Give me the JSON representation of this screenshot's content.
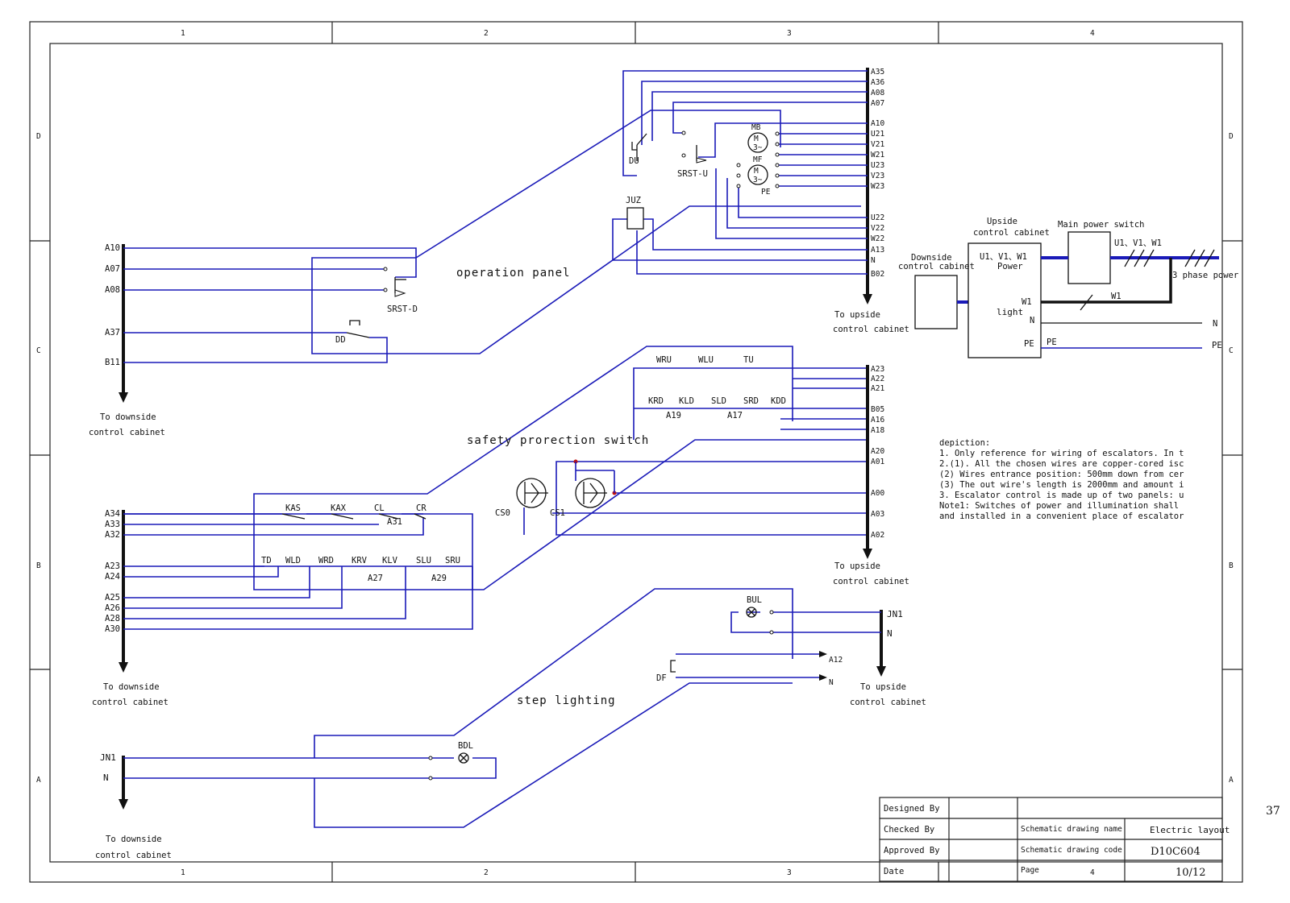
{
  "frame": {
    "cols": [
      "1",
      "2",
      "3",
      "4"
    ],
    "rows": [
      "D",
      "C",
      "B",
      "A"
    ]
  },
  "colors": {
    "wire": "#1a1ab8",
    "line": "#111111",
    "node": "#c01010"
  },
  "op": {
    "left_terms": [
      "A10",
      "A07",
      "A08",
      "A37",
      "B11"
    ],
    "right_terms": [
      "A35",
      "A36",
      "A08",
      "A07",
      "A10",
      "U21",
      "V21",
      "W21",
      "U23",
      "V23",
      "W23",
      "U22",
      "V22",
      "W22",
      "A13",
      "N",
      "B02"
    ],
    "sw_srst_d": "SRST-D",
    "sw_dd": "DD",
    "sw_du": "DU",
    "sw_srst_u": "SRST-U",
    "relay_juz": "JUZ",
    "motor_mb": "MB",
    "motor_mf": "MF",
    "motor_m": "M",
    "motor_3": "3~",
    "pe": "PE",
    "label": "operation panel",
    "to_down_1": "To downside",
    "to_down_2": "control cabinet",
    "to_up_1": "To upside",
    "to_up_2": "control cabinet"
  },
  "safety": {
    "left_terms": [
      "A34",
      "A33",
      "A32",
      "A23",
      "A24",
      "A25",
      "A26",
      "A28",
      "A30"
    ],
    "right_terms": [
      "A23",
      "A22",
      "A21",
      "B05",
      "A16",
      "A18",
      "A20",
      "A01",
      "A00",
      "A03",
      "A02"
    ],
    "sw_top": [
      "WRU",
      "WLU",
      "TU"
    ],
    "sw_mid": [
      "KRD",
      "KLD",
      "SLD",
      "SRD",
      "KDD"
    ],
    "sw_row1": [
      "KAS",
      "KAX",
      "CL",
      "CR"
    ],
    "sw_row2": [
      "TD",
      "WLD",
      "WRD",
      "KRV",
      "KLV",
      "SLU",
      "SRU"
    ],
    "wire_nums": [
      "A19",
      "A17",
      "A31",
      "A27",
      "A29"
    ],
    "cs0": "CS0",
    "cs1": "CS1",
    "label": "safety prorection switch",
    "to_down_1": "To downside",
    "to_down_2": "control cabinet",
    "to_up_1": "To upside",
    "to_up_2": "control cabinet"
  },
  "lighting": {
    "left_terms": [
      "JN1",
      "N"
    ],
    "right_terms": [
      "JN1",
      "N"
    ],
    "lamp_bdl": "BDL",
    "lamp_bul": "BUL",
    "socket": "DF",
    "out_a12": "A12",
    "out_n": "N",
    "label": "step lighting",
    "to_down_1": "To downside",
    "to_down_2": "control cabinet",
    "to_up_1": "To upside",
    "to_up_2": "control cabinet"
  },
  "power": {
    "downside_1": "Downside",
    "downside_2": "control cabinet",
    "upside_1": "Upside",
    "upside_2": "control cabinet",
    "uvw": "U1、V1、W1",
    "power": "Power",
    "w1": "W1",
    "light": "light",
    "n": "N",
    "pe": "PE",
    "main_switch": "Main power switch",
    "line_uvw": "U1、V1、W1",
    "three_phase": "3 phase power",
    "w1_line": "W1",
    "n_out": "N",
    "pe_out": "PE",
    "pe_line": "PE"
  },
  "notes": {
    "title": "depiction:",
    "lines": [
      "1. Only reference for wiring of escalators. In t",
      "2.(1). All the chosen wires are copper-cored isc",
      "(2) Wires entrance position: 500mm down from cer",
      "(3) The out wire's length is 2000mm and amount i",
      "3. Escalator control is made up of two panels: u",
      "Note1: Switches of power and illumination shall",
      "and installed in a convenient place of escalator"
    ]
  },
  "title_block": {
    "designed": "Designed By",
    "checked": "Checked  By",
    "approved": "Approved By",
    "date": "Date",
    "name_label": "Schematic drawing name",
    "name_value": "Electric layout",
    "code_label": "Schematic drawing code",
    "code_value": "D10C604",
    "page_label": "Page",
    "page_value": "10/12"
  },
  "edge_number": "37"
}
